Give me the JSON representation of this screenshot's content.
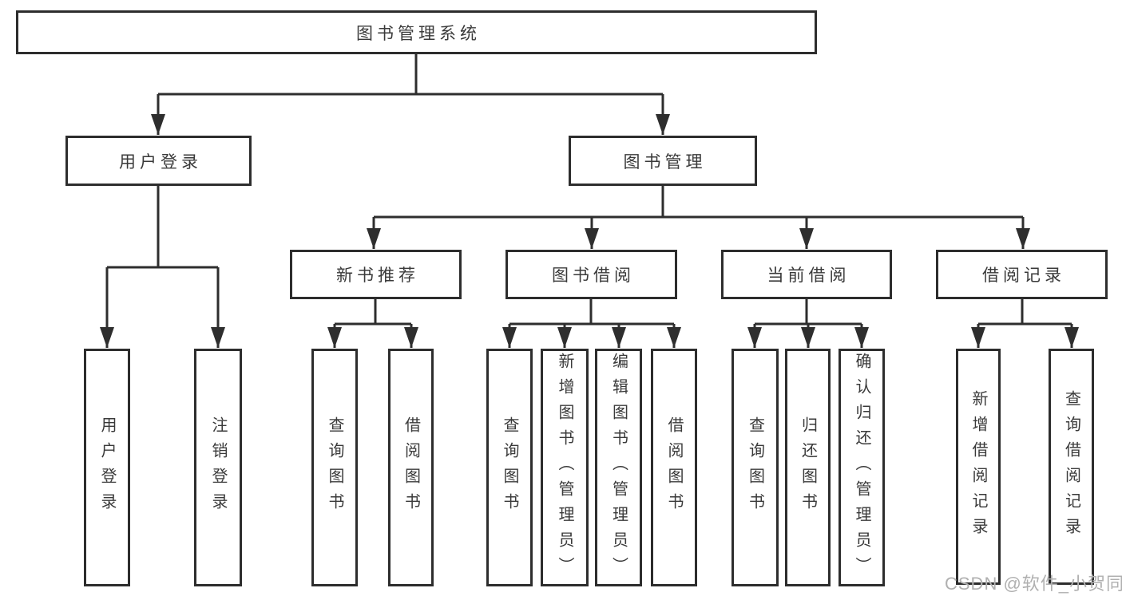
{
  "diagram": {
    "watermark": "CSDN @软件_小贺同学",
    "colors": {
      "background": "#ffffff",
      "box_border": "#2d2d2d",
      "connector_line": "#2e2e2e",
      "text": "#3a3a3a",
      "watermark_text": "#b0b0b0"
    },
    "tree": {
      "root": {
        "label": "图书管理系统"
      },
      "children": [
        {
          "label": "用户登录",
          "children": [
            {
              "label": "用户登录"
            },
            {
              "label": "注销登录"
            }
          ]
        },
        {
          "label": "图书管理",
          "children": [
            {
              "label": "新书推荐",
              "children": [
                {
                  "label": "查询图书"
                },
                {
                  "label": "借阅图书"
                }
              ]
            },
            {
              "label": "图书借阅",
              "children": [
                {
                  "label": "查询图书"
                },
                {
                  "label": "新增图书（管理员）"
                },
                {
                  "label": "编辑图书（管理员）"
                },
                {
                  "label": "借阅图书"
                }
              ]
            },
            {
              "label": "当前借阅",
              "children": [
                {
                  "label": "查询图书"
                },
                {
                  "label": "归还图书"
                },
                {
                  "label": "确认归还（管理员）"
                }
              ]
            },
            {
              "label": "借阅记录",
              "children": [
                {
                  "label": "新增借阅记录"
                },
                {
                  "label": "查询借阅记录"
                }
              ]
            }
          ]
        }
      ]
    }
  }
}
